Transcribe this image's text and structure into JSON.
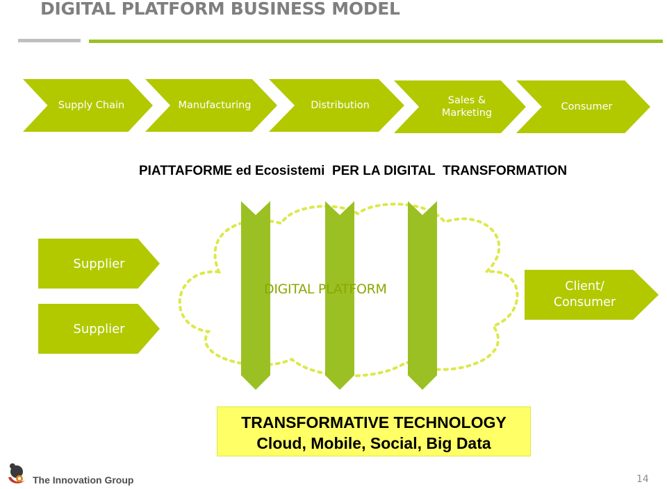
{
  "title": "DIGITAL PLATFORM BUSINESS MODEL",
  "value_chain": [
    {
      "line1": "Supply Chain",
      "line2": ""
    },
    {
      "line1": "Manufacturing",
      "line2": ""
    },
    {
      "line1": "Distribution",
      "line2": ""
    },
    {
      "line1": "Sales &",
      "line2": "Marketing"
    },
    {
      "line1": "Consumer",
      "line2": ""
    }
  ],
  "subtitle": "PIATTAFORME ed Ecosistemi  PER LA DIGITAL  TRANSFORMATION",
  "suppliers": [
    "Supplier",
    "Supplier"
  ],
  "platform_label": "DIGITAL PLATFORM",
  "client": {
    "line1": "Client/",
    "line2": "Consumer"
  },
  "technology": {
    "line1": "TRANSFORMATIVE TECHNOLOGY",
    "line2": "Cloud, Mobile, Social, Big Data"
  },
  "footer": {
    "company": "The Innovation Group",
    "page_number": "14"
  },
  "colors": {
    "chevron_green": "#b2c900",
    "accent_green": "#9bc024",
    "tech_box_yellow": "#ffff66",
    "title_gray": "#7f7f7f"
  }
}
